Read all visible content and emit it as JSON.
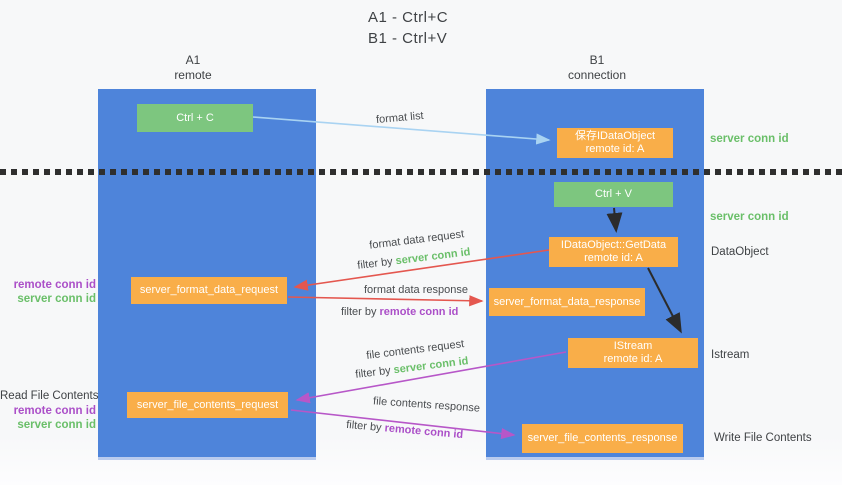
{
  "title": {
    "line1": "A1 - Ctrl+C",
    "line2": "B1 - Ctrl+V"
  },
  "columns": {
    "left": {
      "name": "A1",
      "role": "remote"
    },
    "right": {
      "name": "B1",
      "role": "connection"
    }
  },
  "boxes": {
    "ctrl_c": "Ctrl + C",
    "ctrl_v": "Ctrl + V",
    "save_dataobject": {
      "line1": "保存IDataObject",
      "line2": "remote id: A"
    },
    "getdata": {
      "line1": "IDataObject::GetData",
      "line2": "remote id: A"
    },
    "istream": {
      "line1": "IStream",
      "line2": "remote id: A"
    },
    "server_format_data_request": "server_format_data_request",
    "server_format_data_response": "server_format_data_response",
    "server_file_contents_request": "server_file_contents_request",
    "server_file_contents_response": "server_file_contents_response"
  },
  "right_labels": {
    "server_conn_id_top": "server conn id",
    "server_conn_id_mid": "server conn id",
    "dataobject": "DataObject",
    "istream": "Istream",
    "write_file_contents": "Write File Contents"
  },
  "left_labels": {
    "remote_conn_id_top": "remote conn id",
    "server_conn_id_top": "server conn id",
    "read_file_contents": "Read File Contents",
    "remote_conn_id_bottom": "remote conn id",
    "server_conn_id_bottom": "server conn id"
  },
  "flow_labels": {
    "format_list": "format list",
    "format_data_request": "format data request",
    "format_data_response": "format data response",
    "file_contents_request": "file contents request",
    "file_contents_response": "file contents response",
    "filter_by": "filter by ",
    "server_conn_id": "server conn id",
    "remote_conn_id": "remote conn id"
  },
  "colors": {
    "panel_blue": "#4e84da",
    "box_green": "#7dc67f",
    "box_orange": "#f9ae49",
    "arrow_light_blue": "#a9d3f2",
    "arrow_red": "#e4574f",
    "arrow_purple": "#b757c8",
    "arrow_black": "#2b2b2b",
    "text_green": "#6abf69",
    "text_purple": "#ab4fc8",
    "text_dark": "#3f4245"
  }
}
